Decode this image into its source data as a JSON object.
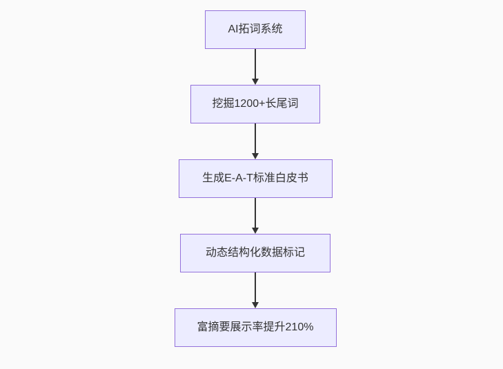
{
  "flowchart": {
    "type": "flowchart",
    "direction": "top-down",
    "colors": {
      "node_fill": "#ECECFF",
      "node_border": "#9370DB",
      "text": "#333333",
      "arrow": "#333333",
      "background": "#fafafa"
    },
    "nodes": [
      {
        "label": "AI拓词系统"
      },
      {
        "label": "挖掘1200+长尾词"
      },
      {
        "label": "生成E-A-T标准白皮书"
      },
      {
        "label": "动态结构化数据标记"
      },
      {
        "label": "富摘要展示率提升210%"
      }
    ],
    "edges": [
      {
        "from": 0,
        "to": 1
      },
      {
        "from": 1,
        "to": 2
      },
      {
        "from": 2,
        "to": 3
      },
      {
        "from": 3,
        "to": 4
      }
    ]
  }
}
